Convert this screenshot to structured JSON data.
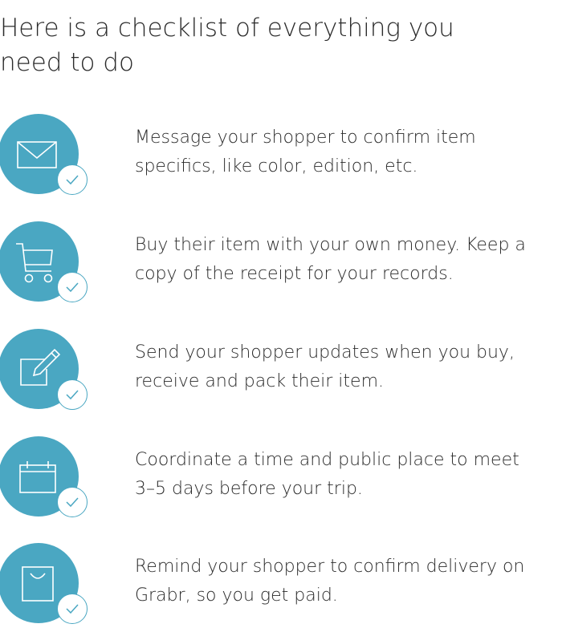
{
  "title": "Here is a checklist of everything you need to do",
  "colors": {
    "accent": "#4aa7c2",
    "text": "#2b2b2b"
  },
  "checklist": [
    {
      "icon": "envelope-icon",
      "text": "Message your shopper to confirm item specifics, like color, edition, etc."
    },
    {
      "icon": "shopping-cart-icon",
      "text": "Buy their item with your own money. Keep a copy of the receipt for your records."
    },
    {
      "icon": "edit-pencil-icon",
      "text": "Send your shopper updates when you buy, receive and pack their item."
    },
    {
      "icon": "calendar-icon",
      "text": "Coordinate a time and public place to meet 3–5 days before your trip."
    },
    {
      "icon": "shopping-bag-icon",
      "text": "Remind your shopper to confirm delivery on Grabr, so you get paid."
    }
  ]
}
